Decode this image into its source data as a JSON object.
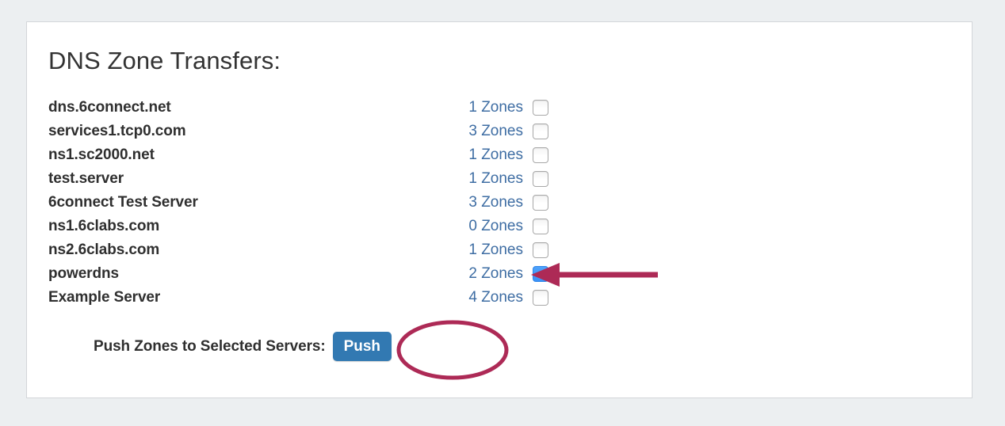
{
  "panel": {
    "title": "DNS Zone Transfers:",
    "servers": [
      {
        "name": "dns.6connect.net",
        "zones": "1 Zones",
        "checked": false
      },
      {
        "name": "services1.tcp0.com",
        "zones": "3 Zones",
        "checked": false
      },
      {
        "name": "ns1.sc2000.net",
        "zones": "1 Zones",
        "checked": false
      },
      {
        "name": "test.server",
        "zones": "1 Zones",
        "checked": false
      },
      {
        "name": "6connect Test Server",
        "zones": "3 Zones",
        "checked": false
      },
      {
        "name": "ns1.6clabs.com",
        "zones": "0 Zones",
        "checked": false
      },
      {
        "name": "ns2.6clabs.com",
        "zones": "1 Zones",
        "checked": false
      },
      {
        "name": "powerdns",
        "zones": "2 Zones",
        "checked": true
      },
      {
        "name": "Example Server",
        "zones": "4 Zones",
        "checked": false
      }
    ],
    "push_label": "Push Zones to Selected Servers:",
    "push_button": "Push"
  },
  "annotations": {
    "arrow_color": "#ad2a56",
    "ellipse_color": "#ad2a56",
    "arrow_target": "powerdns-checkbox",
    "ellipse_target": "push-button"
  },
  "colors": {
    "page_background": "#eceff1",
    "panel_background": "#ffffff",
    "panel_border": "#d3d6d9",
    "title_text": "#333333",
    "server_text": "#2f2f2f",
    "zone_text": "#3e6da3",
    "button_blue": "#3279b2",
    "checkbox_checked": "#3b92f7"
  }
}
